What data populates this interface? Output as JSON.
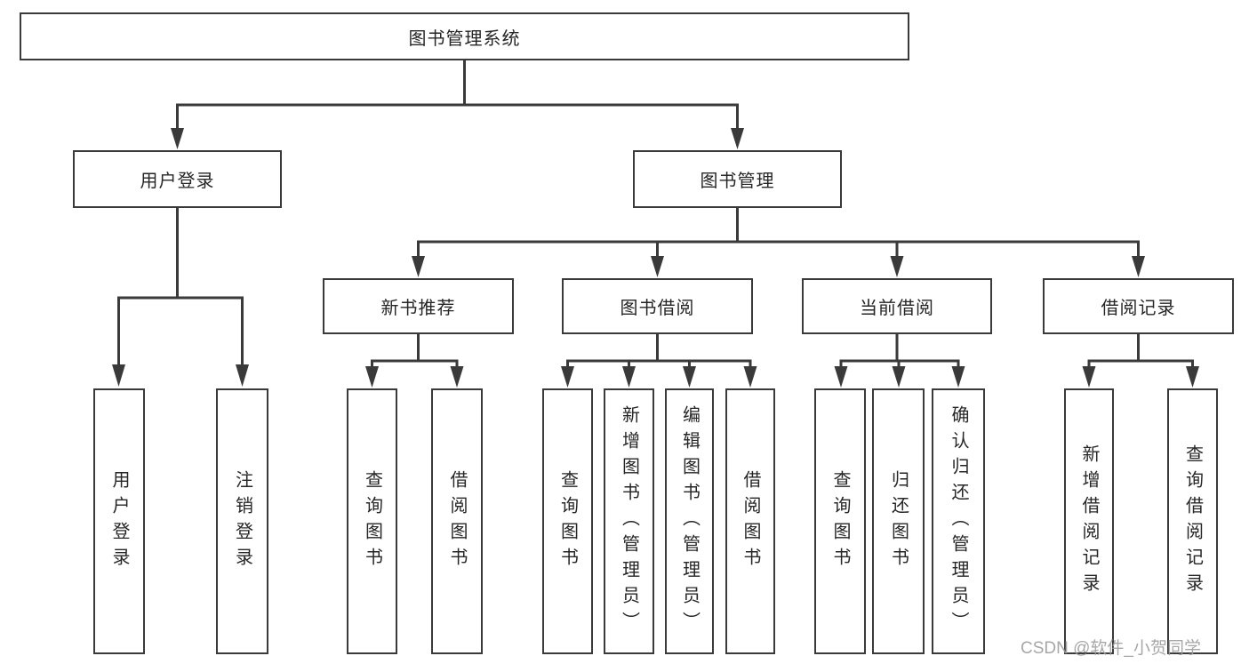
{
  "diagram": {
    "colors": {
      "line": "#3a3a3a",
      "text": "#262626",
      "watermark": "#9e9e9e",
      "background": "#ffffff"
    },
    "root": {
      "label": "图书管理系统"
    },
    "level2": [
      {
        "label": "用户登录"
      },
      {
        "label": "图书管理"
      }
    ],
    "level3": [
      {
        "label": "新书推荐"
      },
      {
        "label": "图书借阅"
      },
      {
        "label": "当前借阅"
      },
      {
        "label": "借阅记录"
      }
    ],
    "leaves": {
      "user_login": [
        {
          "label": "用户登录"
        },
        {
          "label": "注销登录"
        }
      ],
      "new_book_recommend": [
        {
          "label": "查询图书"
        },
        {
          "label": "借阅图书"
        }
      ],
      "book_borrow": [
        {
          "label": "查询图书"
        },
        {
          "label": "新增图书（管理员）"
        },
        {
          "label": "编辑图书（管理员）"
        },
        {
          "label": "借阅图书"
        }
      ],
      "current_borrow": [
        {
          "label": "查询图书"
        },
        {
          "label": "归还图书"
        },
        {
          "label": "确认归还（管理员）"
        }
      ],
      "borrow_records": [
        {
          "label": "新增借阅记录"
        },
        {
          "label": "查询借阅记录"
        }
      ]
    },
    "watermark": {
      "text": "CSDN @软件_小贺同学"
    }
  }
}
